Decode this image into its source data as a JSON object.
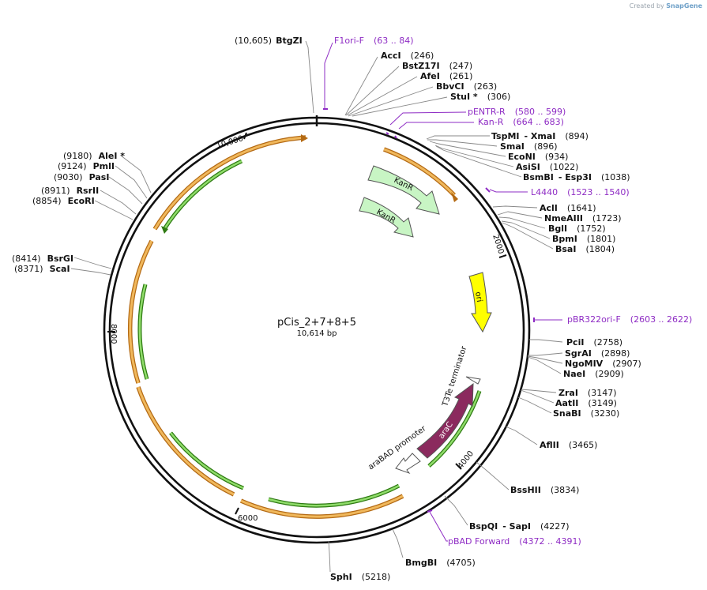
{
  "credit": {
    "created_by": "Created by",
    "brand": "SnapGene"
  },
  "plasmid": {
    "name": "pCis_2+7+8+5",
    "size_label": "10,614 bp",
    "length": 10614
  },
  "ticks": [
    "2000",
    "4000",
    "6000",
    "8000",
    "10,000"
  ],
  "sites": [
    {
      "name": "BtgZI",
      "pos": "(10,605)"
    },
    {
      "name": "AccI",
      "pos": "(246)"
    },
    {
      "name": "BstZ17I",
      "pos": "(247)"
    },
    {
      "name": "AfeI",
      "pos": "(261)"
    },
    {
      "name": "BbvCI",
      "pos": "(263)"
    },
    {
      "name": "StuI *",
      "pos": "(306)"
    },
    {
      "name": "TspMI",
      "extra": "- XmaI",
      "pos": "(894)"
    },
    {
      "name": "SmaI",
      "pos": "(896)"
    },
    {
      "name": "EcoNI",
      "pos": "(934)"
    },
    {
      "name": "AsiSI",
      "pos": "(1022)"
    },
    {
      "name": "BsmBI",
      "extra": "- Esp3I",
      "pos": "(1038)"
    },
    {
      "name": "AclI",
      "pos": "(1641)"
    },
    {
      "name": "NmeAIII",
      "pos": "(1723)"
    },
    {
      "name": "BglI",
      "pos": "(1752)"
    },
    {
      "name": "BpmI",
      "pos": "(1801)"
    },
    {
      "name": "BsaI",
      "pos": "(1804)"
    },
    {
      "name": "PciI",
      "pos": "(2758)"
    },
    {
      "name": "SgrAI",
      "pos": "(2898)"
    },
    {
      "name": "NgoMIV",
      "pos": "(2907)"
    },
    {
      "name": "NaeI",
      "pos": "(2909)"
    },
    {
      "name": "ZraI",
      "pos": "(3147)"
    },
    {
      "name": "AatII",
      "pos": "(3149)"
    },
    {
      "name": "SnaBI",
      "pos": "(3230)"
    },
    {
      "name": "AflII",
      "pos": "(3465)"
    },
    {
      "name": "BssHII",
      "pos": "(3834)"
    },
    {
      "name": "BspQI",
      "extra": "- SapI",
      "pos": "(4227)"
    },
    {
      "name": "BmgBI",
      "pos": "(4705)"
    },
    {
      "name": "SphI",
      "pos": "(5218)"
    },
    {
      "name": "ScaI",
      "pos": "(8371)"
    },
    {
      "name": "BsrGI",
      "pos": "(8414)"
    },
    {
      "name": "EcoRI",
      "pos": "(8854)"
    },
    {
      "name": "RsrII",
      "pos": "(8911)"
    },
    {
      "name": "PasI",
      "pos": "(9030)"
    },
    {
      "name": "PmlI",
      "pos": "(9124)"
    },
    {
      "name": "AleI *",
      "pos": "(9180)"
    }
  ],
  "primers": [
    {
      "name": "F1ori-F",
      "range": "(63 .. 84)"
    },
    {
      "name": "pENTR-R",
      "range": "(580 .. 599)"
    },
    {
      "name": "Kan-R",
      "range": "(664 .. 683)"
    },
    {
      "name": "L4440",
      "range": "(1523 .. 1540)"
    },
    {
      "name": "pBR322ori-F",
      "range": "(2603 .. 2622)"
    },
    {
      "name": "pBAD Forward",
      "range": "(4372 .. 4391)"
    }
  ],
  "features": [
    {
      "name": "KanR",
      "color": "#c8f5c4"
    },
    {
      "name": "KanR",
      "color": "#c8f5c4"
    },
    {
      "name": "ori",
      "color": "#ffff00"
    },
    {
      "name": "T3Te terminator",
      "color": "#ffffff"
    },
    {
      "name": "araC",
      "color": "#8b2a5e"
    },
    {
      "name": "araBAD promoter",
      "color": "#ffffff"
    }
  ],
  "colors": {
    "orf_orange": "#f0b85c",
    "orf_dark": "#b46a14",
    "orf_green": "#8fdc6a",
    "orf_green_dark": "#2e7a12",
    "primer": "#8e2cc4",
    "backbone": "#111111"
  }
}
